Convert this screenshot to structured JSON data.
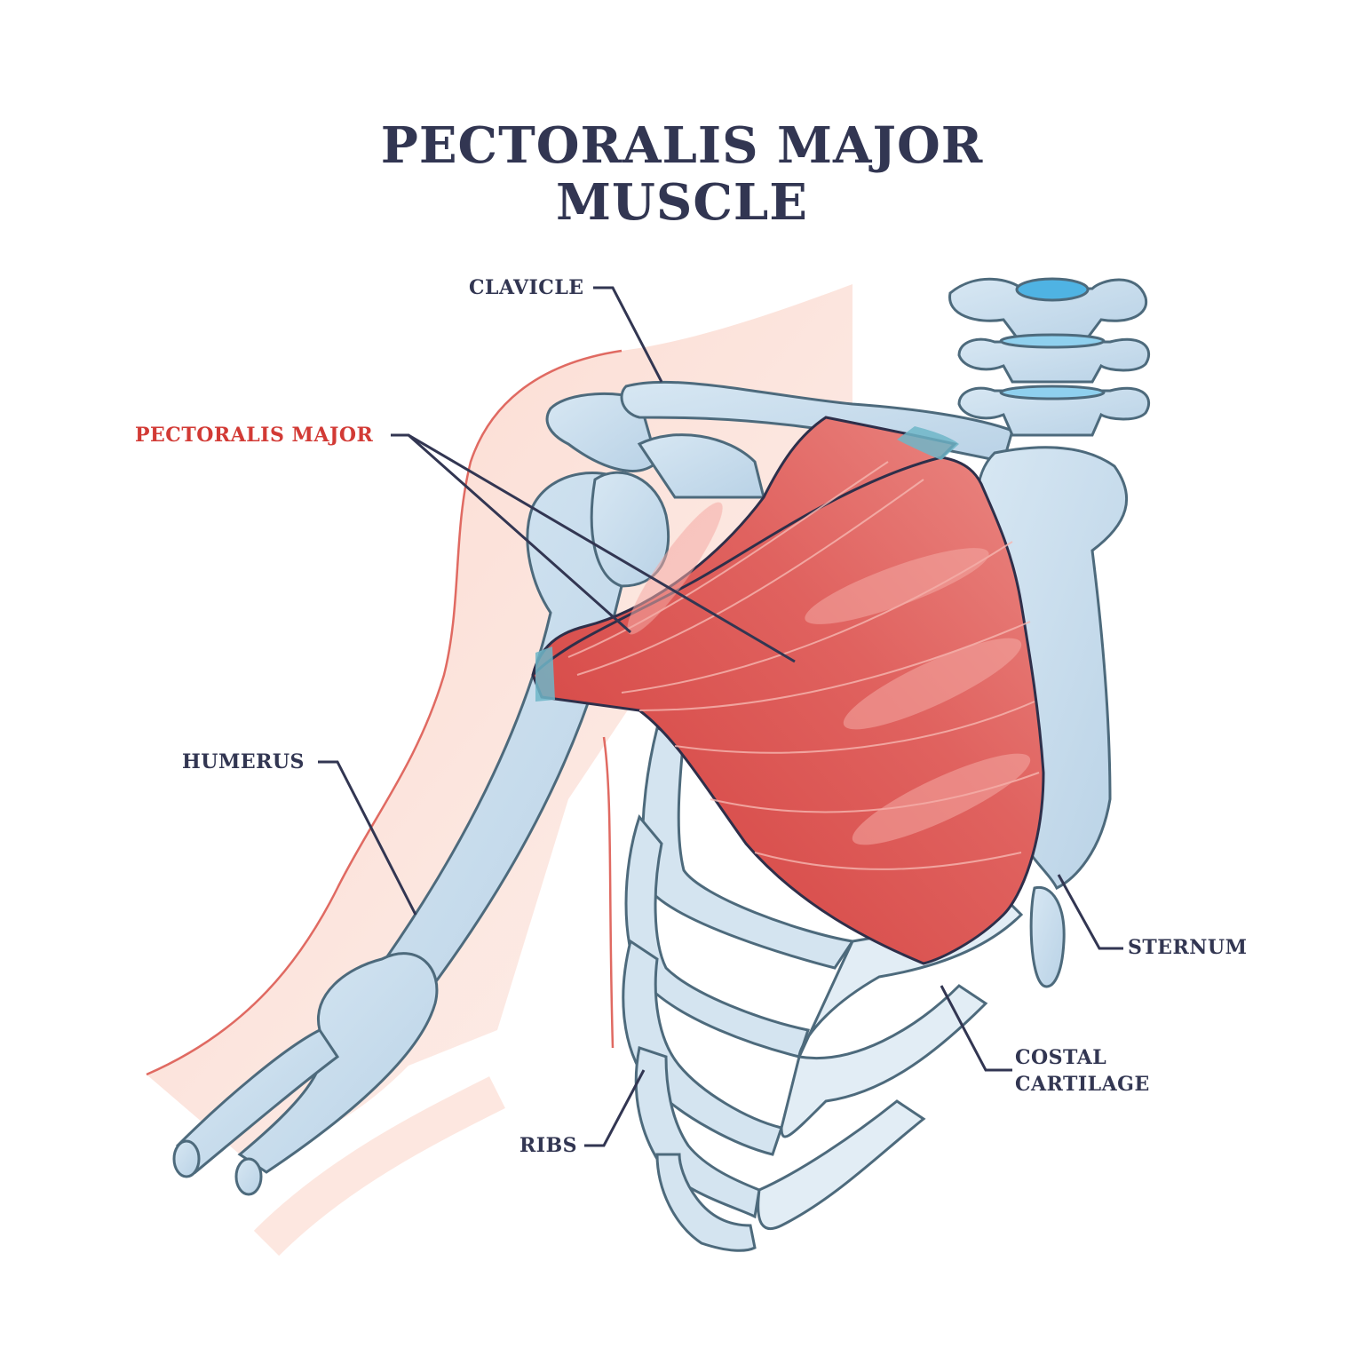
{
  "title": {
    "line1": "PECTORALIS MAJOR",
    "line2": "MUSCLE"
  },
  "labels": {
    "clavicle": "CLAVICLE",
    "pectoralis_major": "PECTORALIS MAJOR",
    "humerus": "HUMERUS",
    "sternum": "STERNUM",
    "costal_cartilage_line1": "COSTAL",
    "costal_cartilage_line2": "CARTILAGE",
    "ribs": "RIBS"
  },
  "colors": {
    "text_dark": "#323652",
    "text_highlight": "#d23a35",
    "muscle": "#de5a57",
    "bone": "#c5dbeb",
    "bone_outline": "#4d6a7c",
    "skin": "#fbd7cc",
    "skin_outline": "#e06a62",
    "disc": "#4fb3e3"
  }
}
